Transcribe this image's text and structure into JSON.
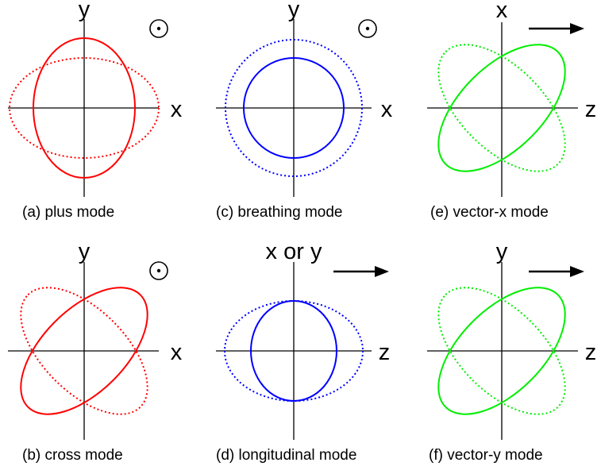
{
  "colors": {
    "tensor": "#ff0000",
    "scalar": "#0000ff",
    "vector": "#00ee00",
    "axis": "#000000"
  },
  "propagation_symbols": {
    "out_of_page": "circle-dot-icon",
    "along_z": "right-arrow-icon"
  },
  "panels": [
    {
      "id": "a",
      "caption": "(a) plus mode",
      "h_label": "x",
      "v_label": "y",
      "propagation": "out_of_page",
      "color_key": "tensor",
      "solid_ellipse_angle_deg": 0,
      "solid_rx": 1.0,
      "solid_ry": 1.4,
      "dotted_rx": 1.46,
      "dotted_ry": 0.96,
      "dotted_ellipse_angle_deg": 0
    },
    {
      "id": "b",
      "caption": "(b) cross mode",
      "h_label": "x",
      "v_label": "y",
      "propagation": "out_of_page",
      "color_key": "tensor",
      "solid_ellipse_angle_deg": 45,
      "dotted_ellipse_angle_deg": -45
    },
    {
      "id": "c",
      "caption": "(c) breathing mode",
      "h_label": "x",
      "v_label": "y",
      "propagation": "out_of_page",
      "color_key": "scalar"
    },
    {
      "id": "d",
      "caption": "(d) longitudinal mode",
      "h_label": "z",
      "v_label": "x or y",
      "propagation": "along_z",
      "color_key": "scalar"
    },
    {
      "id": "e",
      "caption": "(e) vector-x mode",
      "h_label": "z",
      "v_label": "x",
      "propagation": "along_z",
      "color_key": "vector",
      "solid_ellipse_angle_deg": 45,
      "dotted_ellipse_angle_deg": -45
    },
    {
      "id": "f",
      "caption": "(f) vector-y mode",
      "h_label": "z",
      "v_label": "y",
      "propagation": "along_z",
      "color_key": "vector",
      "solid_ellipse_angle_deg": 45,
      "dotted_ellipse_angle_deg": -45
    }
  ]
}
